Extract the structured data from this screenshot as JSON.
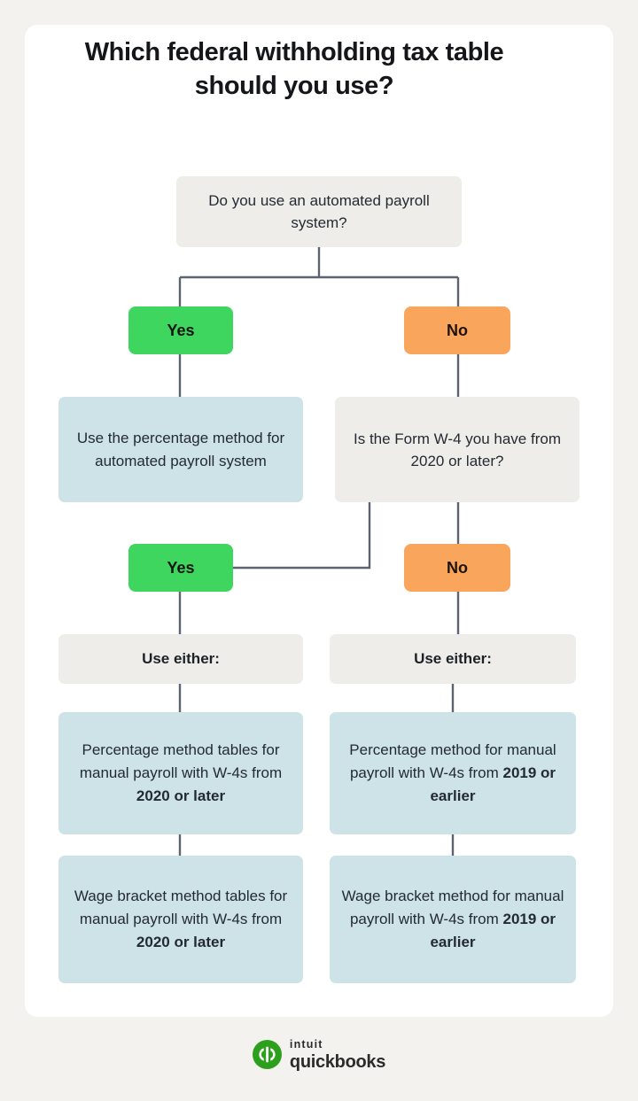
{
  "page": {
    "title": "Which federal withholding tax table should you use?",
    "background_color": "#f4f2ee",
    "card_color": "#ffffff"
  },
  "colors": {
    "yes": "#3ed65f",
    "no": "#f9a65c",
    "result": "#cde3e8",
    "question": "#eeede9",
    "connector": "#5c6472",
    "text": "#242a33",
    "logo_green": "#2ca01c"
  },
  "flow": {
    "q1": {
      "label": "Do you use an automated payroll system?"
    },
    "yes1": {
      "label": "Yes"
    },
    "no1": {
      "label": "No"
    },
    "blue_auto": {
      "label": "Use the percentage method for automated payroll system"
    },
    "q2": {
      "label": "Is the Form W-4 you have from 2020 or later?"
    },
    "yes2": {
      "label": "Yes"
    },
    "no2": {
      "label": "No"
    },
    "use_either_left": {
      "label": "Use either:"
    },
    "use_either_right": {
      "label": "Use either:"
    },
    "pct_left": {
      "lead": "Percentage method tables for manual payroll with W-4s from ",
      "emphasis": "2020 or later"
    },
    "pct_right": {
      "lead": "Percentage method for manual payroll with W-4s from ",
      "emphasis": "2019 or earlier"
    },
    "wb_left": {
      "lead": "Wage bracket method tables for manual payroll with W-4s from ",
      "emphasis": "2020 or later"
    },
    "wb_right": {
      "lead": "Wage bracket method for manual payroll with W-4s from ",
      "emphasis": "2019 or earlier"
    }
  },
  "logo": {
    "mark": "qb-circle-icon",
    "line1": "intuit",
    "line2": "quickbooks"
  }
}
